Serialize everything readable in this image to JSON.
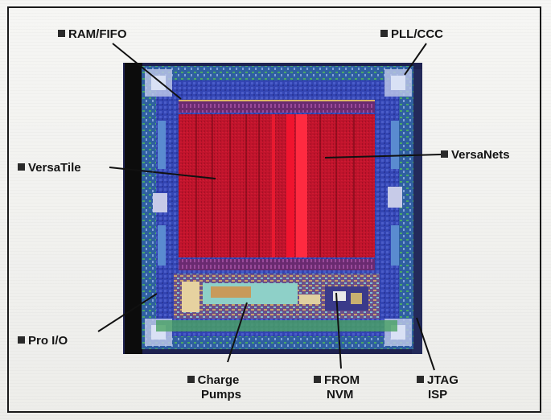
{
  "labels": {
    "ram_fifo": "RAM/FIFO",
    "pll_ccc": "PLL/CCC",
    "versatile": "VersaTile",
    "versanets": "VersaNets",
    "pro_io": "Pro I/O",
    "charge_pumps_1": "Charge",
    "charge_pumps_2": "Pumps",
    "from_nvm_1": "FROM",
    "from_nvm_2": "NVM",
    "jtag_isp_1": "JTAG",
    "jtag_isp_2": "ISP"
  },
  "colors": {
    "core_red": "#c0122a",
    "core_bright": "#e8102c",
    "border_blue": "#2f3fa8",
    "die_edge": "#111111",
    "io_ring": "#3fa05a",
    "label_bullet": "#2a2a2a"
  }
}
